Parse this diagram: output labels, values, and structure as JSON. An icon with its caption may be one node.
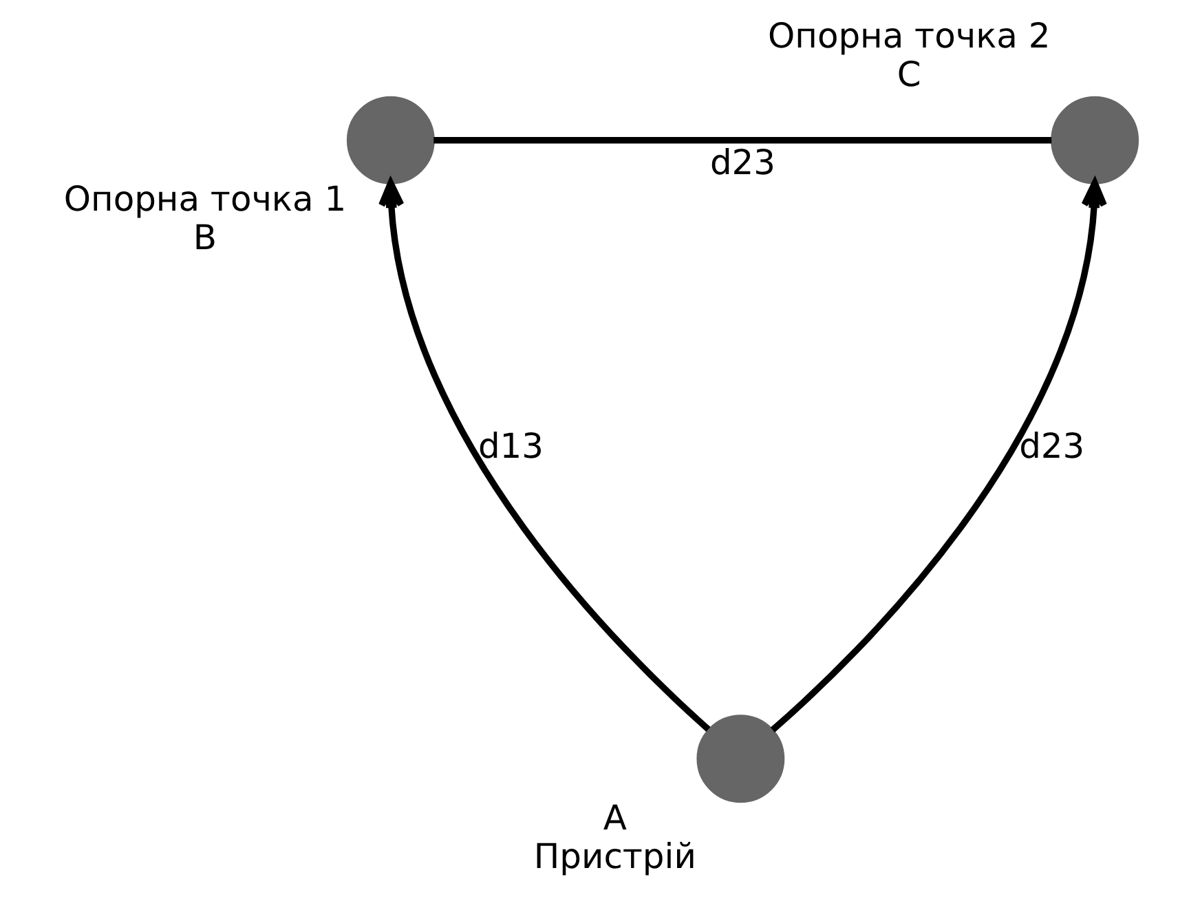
{
  "diagram": {
    "nodes": [
      {
        "text": [],
        "shape": "circle",
        "beside": [
          "Опорна точка 1",
          "B"
        ]
      },
      {
        "text": [],
        "shape": "circle",
        "beside": [
          "Опорна точка 2",
          "C"
        ]
      },
      {
        "text": [],
        "shape": "circle",
        "beside": [
          "A",
          "Пристрій"
        ]
      }
    ],
    "edges": [
      {
        "from": 0,
        "to": 1,
        "arrow": "none",
        "label": "d23"
      },
      {
        "from": 2,
        "to": 0,
        "arrow": "to",
        "label": "d13"
      },
      {
        "from": 2,
        "to": 1,
        "arrow": "to",
        "label": "d23"
      }
    ]
  }
}
